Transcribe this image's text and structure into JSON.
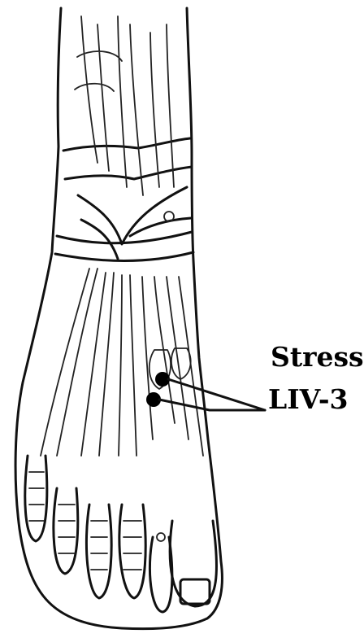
{
  "labels": {
    "line1": "Stress",
    "line2": "LIV-3"
  },
  "colors": {
    "ink": "#000000",
    "background": "#ffffff"
  },
  "markers": [
    "acupoint-dot",
    "acupoint-dot"
  ]
}
